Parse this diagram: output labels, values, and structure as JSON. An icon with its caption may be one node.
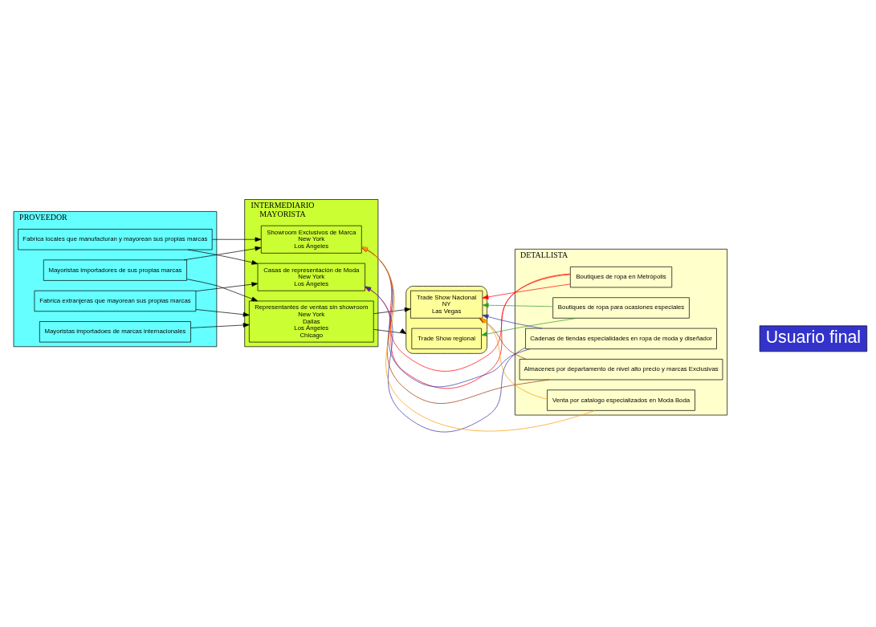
{
  "diagram": {
    "nodes": [
      {
        "text": [
          "PROVEEDOR"
        ]
      },
      {
        "text": [
          "Mayoristas importadores de sus propias marcas"
        ],
        "in": 0
      },
      {
        "text": [
          "Fabrica locales que manufacturan y mayorean sus propias marcas"
        ],
        "in": 0
      },
      {
        "text": [
          "Fabrica extranjeras que mayorean sus propias marcas"
        ],
        "in": 0
      },
      {
        "text": [
          "Mayoristas importadoes de marcas internacionales"
        ],
        "in": 0
      },
      {
        "text": [
          "INTERMEDIARIO",
          "MAYORISTA"
        ]
      },
      {
        "text": [
          "Showroom Exclusivos de Marca",
          "New York",
          "Los Ángeles"
        ],
        "in": 5
      },
      {
        "text": [
          "Casas de representación de Moda",
          "New York",
          "Los Ángeles"
        ],
        "in": 5
      },
      {
        "text": [
          "Representantes de ventas sin showroom",
          "New York",
          "Dallas",
          "Los Ángeles",
          "Chicago"
        ],
        "in": 5
      },
      {
        "text": [],
        "shape": "ellipse"
      },
      {
        "text": [
          "Trade Show Nacional",
          "NY",
          "Las Vegas"
        ],
        "in": 9
      },
      {
        "text": [
          "Trade Show regional"
        ],
        "in": 9
      },
      {
        "text": [
          "DETALLISTA"
        ]
      },
      {
        "text": [
          "Boutiques de ropa en Metrópolis"
        ],
        "in": 12
      },
      {
        "text": [
          "Boutiques de ropa para ocasiones especiales"
        ],
        "in": 12
      },
      {
        "text": [
          "Cadenas de tiendas especialidades en ropa de moda y diseñador"
        ],
        "in": 12
      },
      {
        "text": [
          "Almacenes por departamento de nivel alto precio y marcas Exclusivas"
        ],
        "in": 12
      },
      {
        "text": [
          "Venta por catalogo especializados en Moda Boda"
        ],
        "in": 12
      },
      {
        "text": [
          "Usuario final"
        ]
      }
    ],
    "edges": [
      {
        "from": 1,
        "to": 6,
        "arrow": "to"
      },
      {
        "from": 1,
        "to": 8,
        "arrow": "to"
      },
      {
        "from": 2,
        "to": 6,
        "arrow": "to"
      },
      {
        "from": 2,
        "to": 7,
        "arrow": "to"
      },
      {
        "from": 3,
        "to": 7,
        "arrow": "to"
      },
      {
        "from": 3,
        "to": 8,
        "arrow": "to"
      },
      {
        "from": 4,
        "to": 8,
        "arrow": "to"
      },
      {
        "from": 8,
        "to": 10,
        "arrow": "to"
      },
      {
        "from": 8,
        "to": 9,
        "arrow": "to"
      },
      {
        "from": 13,
        "to": 6,
        "arrow": "to",
        "color": "#ff0000"
      },
      {
        "from": 13,
        "to": 7,
        "arrow": "to",
        "color": "#ff0000"
      },
      {
        "from": 13,
        "to": 10,
        "arrow": "to",
        "color": "#ff0000"
      },
      {
        "from": 14,
        "to": 10,
        "arrow": "to",
        "color": "#339933"
      },
      {
        "from": 14,
        "to": 11,
        "arrow": "to",
        "color": "#339933"
      },
      {
        "from": 15,
        "to": 6,
        "arrow": "to",
        "color": "#3333aa"
      },
      {
        "from": 15,
        "to": 10,
        "arrow": "to",
        "color": "#3333aa"
      },
      {
        "from": 15,
        "to": 7,
        "arrow": "to",
        "color": "#3333aa"
      },
      {
        "from": 16,
        "to": 6,
        "arrow": "to",
        "color": "#993300"
      },
      {
        "from": 16,
        "to": 10,
        "arrow": "to",
        "color": "#993300"
      },
      {
        "from": 17,
        "to": 6,
        "arrow": "to",
        "color": "#ff9900"
      },
      {
        "from": 17,
        "to": 10,
        "arrow": "to",
        "color": "#ff9900"
      }
    ]
  }
}
